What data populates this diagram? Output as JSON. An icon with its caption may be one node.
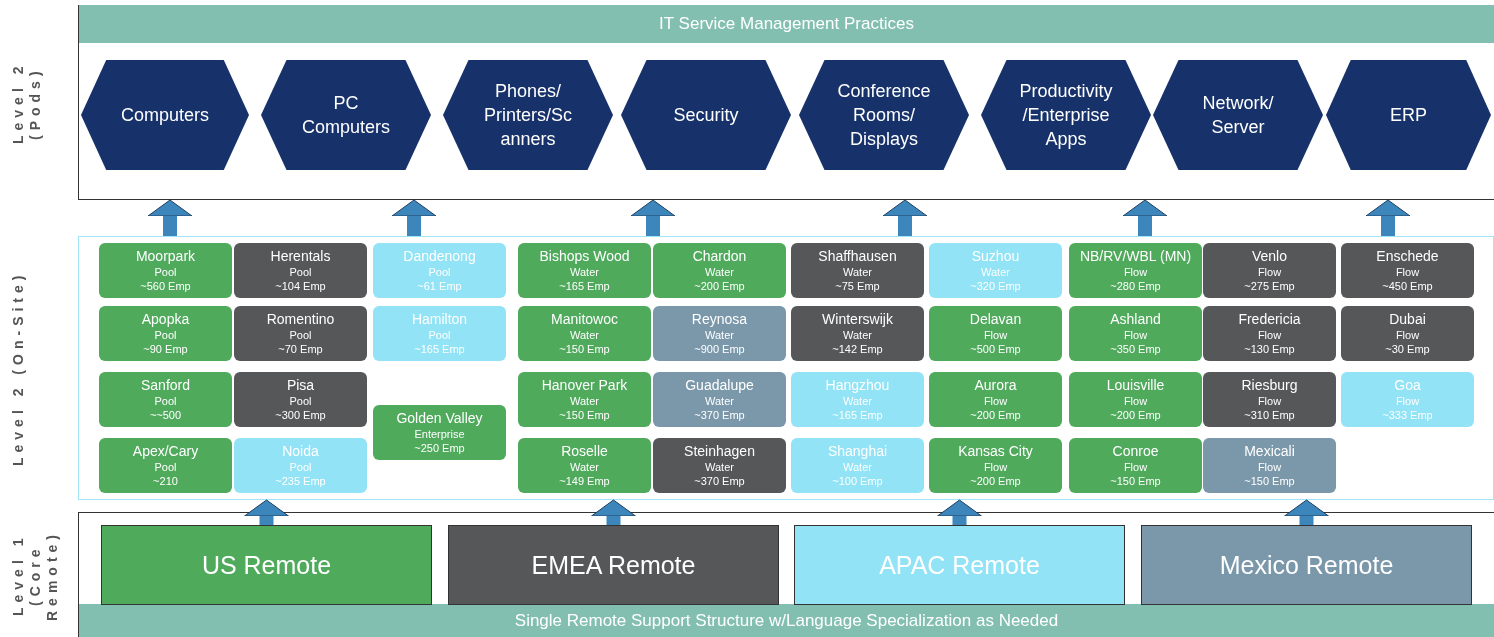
{
  "diagram": {
    "nodes": [
      {
        "text": [
          "IT Service Management Practices"
        ]
      },
      {
        "text": [
          "Computers"
        ],
        "in": 0
      },
      {
        "text": [
          "PC Computers"
        ],
        "in": 0
      },
      {
        "text": [
          "Phones/ Printers/Sc anners"
        ],
        "in": 0
      },
      {
        "text": [
          "Security"
        ],
        "in": 0
      },
      {
        "text": [
          "Conference Rooms/ Displays"
        ],
        "in": 0
      },
      {
        "text": [
          "Productivity /Enterprise Apps"
        ],
        "in": 0
      },
      {
        "text": [
          "Network/ Server"
        ],
        "in": 0
      },
      {
        "text": [
          "ERP"
        ],
        "in": 0
      },
      {
        "text": [],
        "shape": "box"
      },
      {
        "text": [
          "Moorpark",
          "Pool",
          "~560 Emp"
        ],
        "in": 9
      },
      {
        "text": [
          "Herentals",
          "Pool",
          "~104 Emp"
        ],
        "in": 9
      },
      {
        "text": [
          "Dandenong",
          "Pool",
          "~61 Emp"
        ],
        "in": 9
      },
      {
        "text": [
          "Bishops Wood",
          "Water",
          "~165 Emp"
        ],
        "in": 9
      },
      {
        "text": [
          "Chardon",
          "Water",
          "~200 Emp"
        ],
        "in": 9
      },
      {
        "text": [
          "Shaffhausen",
          "Water",
          "~75 Emp"
        ],
        "in": 9
      },
      {
        "text": [
          "Suzhou",
          "Water",
          "~320 Emp"
        ],
        "in": 9
      },
      {
        "text": [
          "NB/RV/WBL (MN)",
          "Flow",
          "~280 Emp"
        ],
        "in": 9
      },
      {
        "text": [
          "Venlo",
          "Flow",
          "~275 Emp"
        ],
        "in": 9
      },
      {
        "text": [
          "Enschede",
          "Flow",
          "~450 Emp"
        ],
        "in": 9
      },
      {
        "text": [
          "Apopka",
          "Pool",
          "~90 Emp"
        ],
        "in": 9
      },
      {
        "text": [
          "Romentino",
          "Pool",
          "~70 Emp"
        ],
        "in": 9
      },
      {
        "text": [
          "Hamilton",
          "Pool",
          "~165 Emp"
        ],
        "in": 9
      },
      {
        "text": [
          "Manitowoc",
          "Water",
          "~150 Emp"
        ],
        "in": 9
      },
      {
        "text": [
          "Reynosa",
          "Water",
          "~900 Emp"
        ],
        "in": 9
      },
      {
        "text": [
          "Winterswijk",
          "Water",
          "~142 Emp"
        ],
        "in": 9
      },
      {
        "text": [
          "Delavan",
          "Flow",
          "~500 Emp"
        ],
        "in": 9
      },
      {
        "text": [
          "Ashland",
          "Flow",
          "~350 Emp"
        ],
        "in": 9
      },
      {
        "text": [
          "Fredericia",
          "Flow",
          "~130 Emp"
        ],
        "in": 9
      },
      {
        "text": [
          "Dubai",
          "Flow",
          "~30 Emp"
        ],
        "in": 9
      },
      {
        "text": [
          "Sanford",
          "Pool",
          "~~500"
        ],
        "in": 9
      },
      {
        "text": [
          "Pisa",
          "Pool",
          "~300 Emp"
        ],
        "in": 9
      },
      {
        "text": [
          "Golden Valley",
          "Enterprise",
          "~250 Emp"
        ],
        "in": 9
      },
      {
        "text": [
          "Hanover Park",
          "Water",
          "~150 Emp"
        ],
        "in": 9
      },
      {
        "text": [
          "Guadalupe",
          "Water",
          "~370 Emp"
        ],
        "in": 9
      },
      {
        "text": [
          "Hangzhou",
          "Water",
          "~165 Emp"
        ],
        "in": 9
      },
      {
        "text": [
          "Aurora",
          "Flow",
          "~200 Emp"
        ],
        "in": 9
      },
      {
        "text": [
          "Louisville",
          "Flow",
          "~200 Emp"
        ],
        "in": 9
      },
      {
        "text": [
          "Riesburg",
          "Flow",
          "~310 Emp"
        ],
        "in": 9
      },
      {
        "text": [
          "Goa",
          "Flow",
          "~333 Emp"
        ],
        "in": 9
      },
      {
        "text": [
          "Apex/Cary",
          "Pool",
          "~210"
        ],
        "in": 9
      },
      {
        "text": [
          "Noida",
          "Pool",
          "~235 Emp"
        ],
        "in": 9
      },
      {
        "text": [
          "Roselle",
          "Water",
          "~149 Emp"
        ],
        "in": 9
      },
      {
        "text": [
          "Steinhagen",
          "Water",
          "~370 Emp"
        ],
        "in": 9
      },
      {
        "text": [
          "Shanghai",
          "Water",
          "~100 Emp"
        ],
        "in": 9
      },
      {
        "text": [
          "Kansas City",
          "Flow",
          "~200 Emp"
        ],
        "in": 9
      },
      {
        "text": [
          "Conroe",
          "Flow",
          "~150 Emp"
        ],
        "in": 9
      },
      {
        "text": [
          "Mexicali",
          "Flow",
          "~150 Emp"
        ],
        "in": 9
      },
      {
        "text": [
          "Single Remote Support Structure w/Language Specialization as Needed"
        ]
      },
      {
        "text": [
          "US Remote"
        ],
        "in": 48
      },
      {
        "text": [
          "EMEA Remote"
        ],
        "in": 48
      },
      {
        "text": [
          "APAC Remote"
        ],
        "in": 48
      },
      {
        "text": [
          "Mexico Remote"
        ],
        "in": 48
      }
    ],
    "edges": [
      {
        "from": 9,
        "to": 0,
        "arrow": "to"
      },
      {
        "from": 9,
        "to": 0,
        "arrow": "to"
      },
      {
        "from": 9,
        "to": 0,
        "arrow": "to"
      },
      {
        "from": 9,
        "to": 0,
        "arrow": "to"
      },
      {
        "from": 9,
        "to": 0,
        "arrow": "to"
      },
      {
        "from": 9,
        "to": 0,
        "arrow": "to"
      },
      {
        "from": 49,
        "to": 9,
        "arrow": "to"
      },
      {
        "from": 50,
        "to": 9,
        "arrow": "to"
      },
      {
        "from": 51,
        "to": 9,
        "arrow": "to"
      },
      {
        "from": 52,
        "to": 9,
        "arrow": "to"
      }
    ],
    "labels": [
      "Level 2 (Pods)",
      "Level 2 (On-Site)",
      "Level 1 (Core Remote)"
    ]
  }
}
